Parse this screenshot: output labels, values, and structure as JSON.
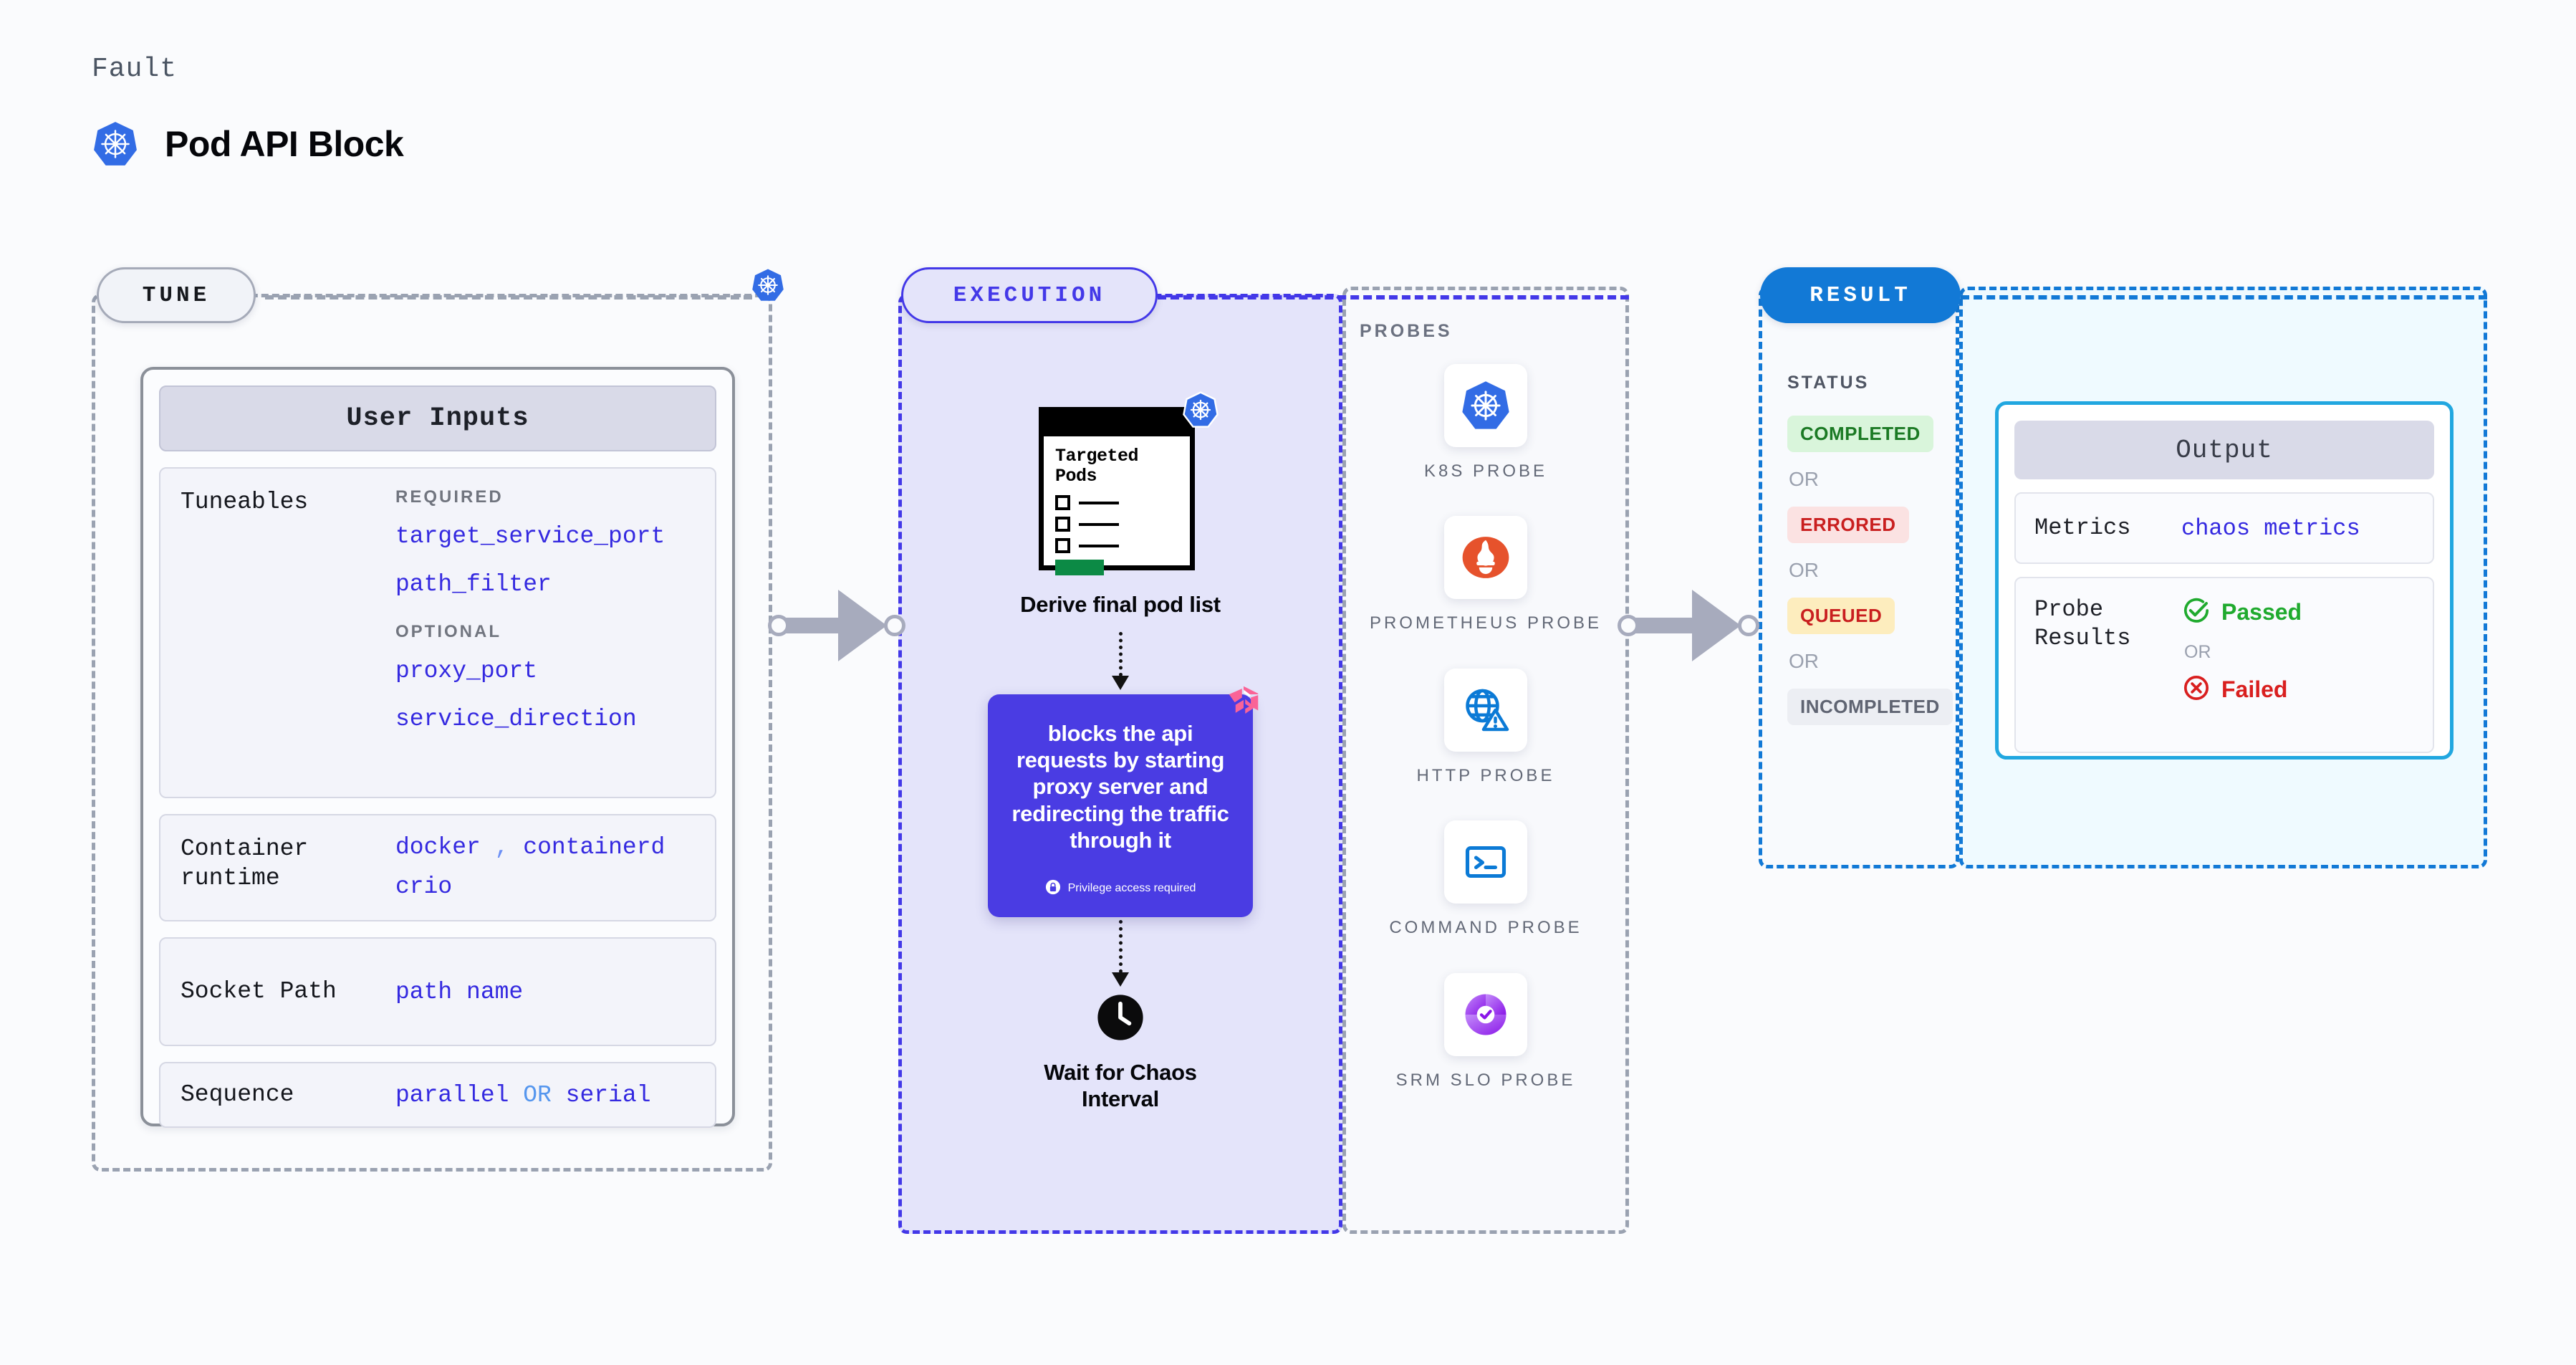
{
  "header": {
    "kicker": "Fault",
    "title": "Pod API Block",
    "logo_icon": "kubernetes-icon"
  },
  "sections": {
    "tune_pill": "TUNE",
    "execution_pill": "EXECUTION",
    "result_pill": "RESULT",
    "probes_heading": "PROBES",
    "status_heading": "STATUS"
  },
  "tune": {
    "card_title": "User Inputs",
    "rows": [
      {
        "label": "Tuneables",
        "required_heading": "REQUIRED",
        "required": [
          "target_service_port",
          "path_filter"
        ],
        "optional_heading": "OPTIONAL",
        "optional": [
          "proxy_port",
          "service_direction"
        ]
      },
      {
        "label": "Container runtime",
        "values_line1": [
          "docker",
          "containerd"
        ],
        "separator": ",",
        "values_line2": [
          "crio"
        ]
      },
      {
        "label": "Socket Path",
        "value": "path name"
      },
      {
        "label": "Sequence",
        "value_left": "parallel",
        "conjunction": "OR",
        "value_right": "serial"
      }
    ]
  },
  "execution": {
    "pods_card": {
      "title_line1": "Targeted",
      "title_line2": "Pods",
      "badge_icon": "kubernetes-icon",
      "checkbox_count": 3
    },
    "step1_caption": "Derive final pod list",
    "chaos_card": {
      "text": "blocks the api requests by starting proxy server and redirecting the traffic through it",
      "privilege_note": "Privilege access required",
      "privilege_icon": "lock-icon",
      "corner_icon": "chaos-logo-icon",
      "color": "#4a3ce3"
    },
    "step3_icon": "clock-icon",
    "step3_caption_line1": "Wait for Chaos",
    "step3_caption_line2": "Interval"
  },
  "probes": [
    {
      "label": "K8S  PROBE",
      "icon": "kubernetes-icon"
    },
    {
      "label": "PROMETHEUS PROBE",
      "icon": "prometheus-icon"
    },
    {
      "label": "HTTP  PROBE",
      "icon": "globe-alert-icon"
    },
    {
      "label": "COMMAND PROBE",
      "icon": "terminal-icon"
    },
    {
      "label": "SRM SLO PROBE",
      "icon": "srm-slo-icon"
    }
  ],
  "result": {
    "statuses": [
      {
        "text": "COMPLETED",
        "style": "completed"
      },
      {
        "text": "ERRORED",
        "style": "errored"
      },
      {
        "text": "QUEUED",
        "style": "queued"
      },
      {
        "text": "INCOMPLETED",
        "style": "incomplete"
      }
    ],
    "or_label": "OR"
  },
  "output": {
    "card_title": "Output",
    "metrics_label": "Metrics",
    "metrics_value": "chaos metrics",
    "probe_results_label": "Probe Results",
    "passed_text": "Passed",
    "passed_icon": "check-circle-icon",
    "failed_text": "Failed",
    "failed_icon": "x-circle-icon",
    "or_label": "OR"
  },
  "colors": {
    "accent_blue": "#1279d6",
    "accent_purple": "#4338e8",
    "chaos_purple": "#4a3ce3",
    "value_blue": "#3429e0",
    "pass_green": "#1faa2e",
    "fail_red": "#d91f1f",
    "output_border": "#21a7e0"
  }
}
